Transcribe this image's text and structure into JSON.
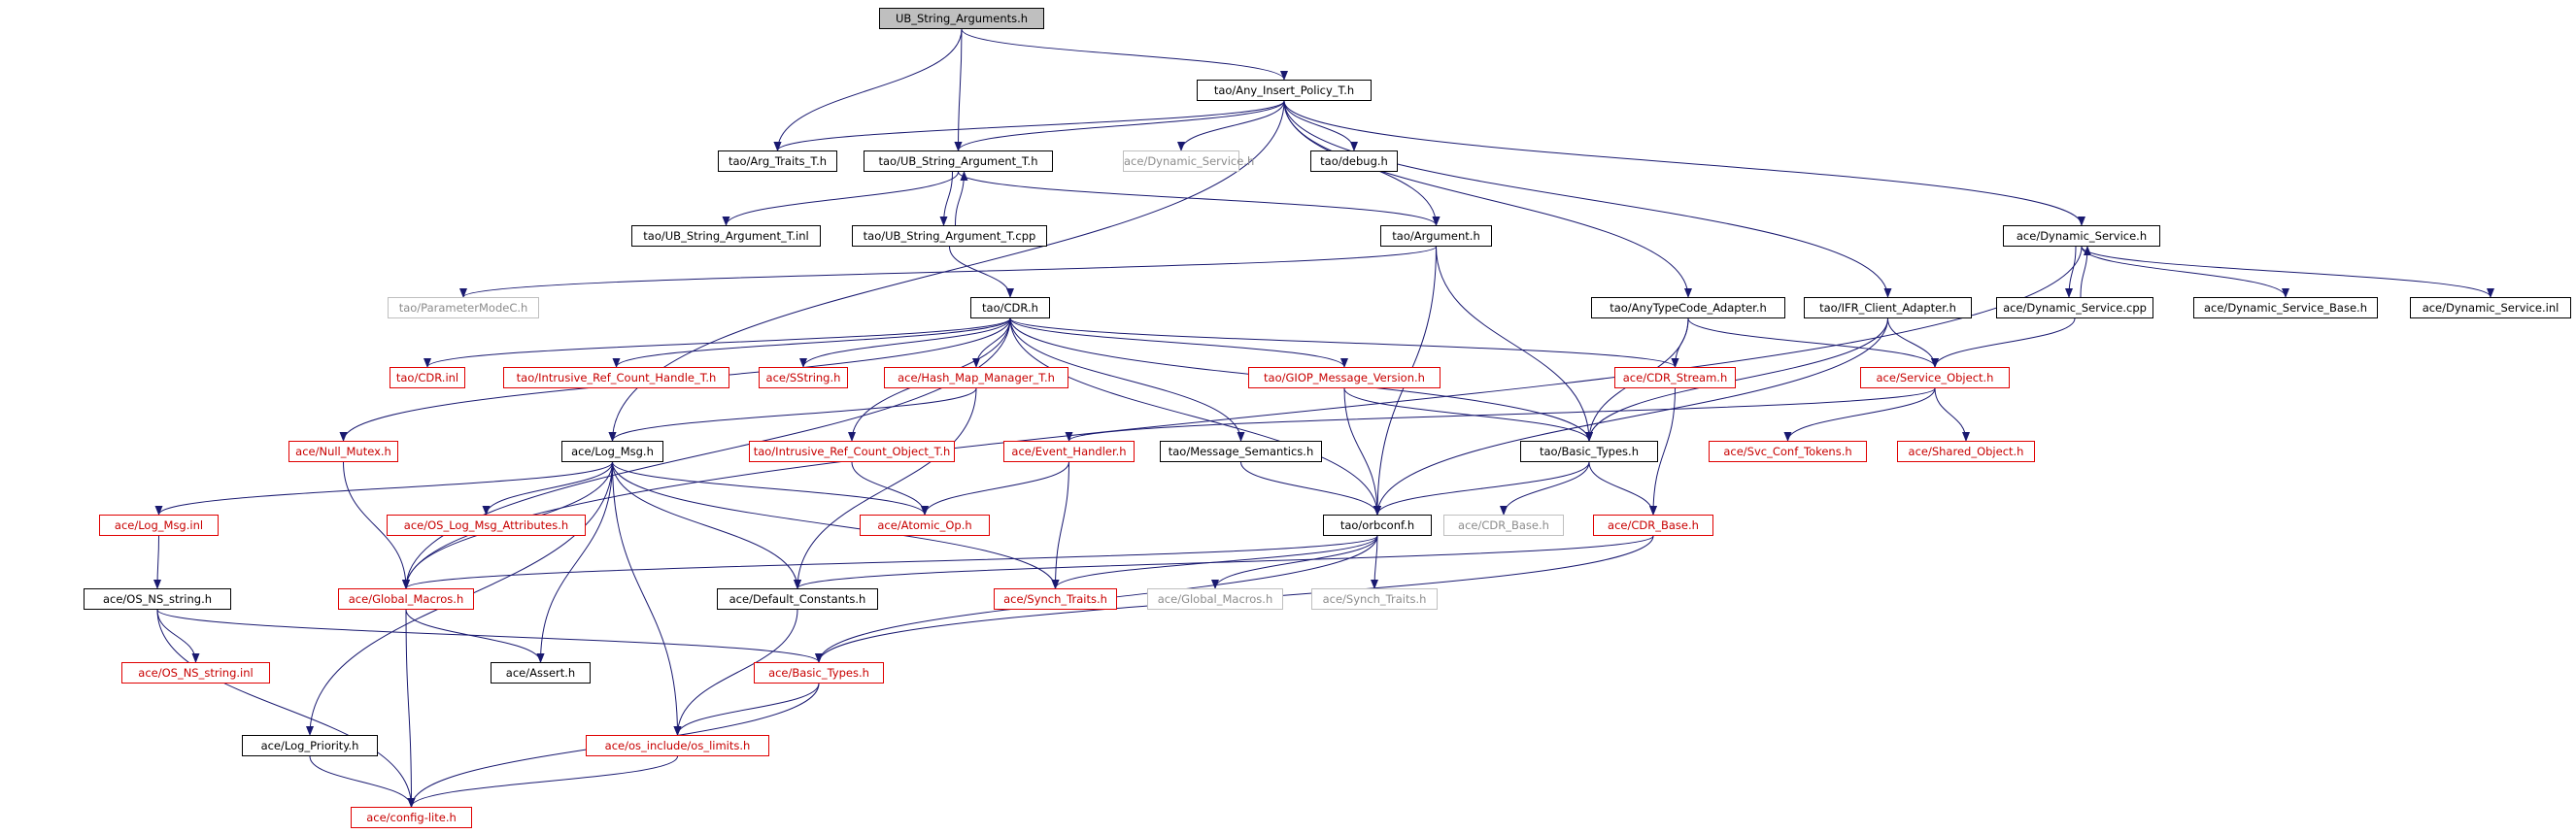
{
  "graph": {
    "root": "UB_String_Arguments.h",
    "colors": {
      "edge": "#191970",
      "complete": "#000000",
      "incomplete": "#e00000",
      "external": "#bfbfbf",
      "root_fill": "#bfbfbf"
    },
    "nodes": [
      {
        "id": "n0",
        "label": "UB_String_Arguments.h",
        "kind": "root"
      },
      {
        "id": "n1",
        "label": "tao/Any_Insert_Policy_T.h",
        "kind": "complete"
      },
      {
        "id": "n2",
        "label": "tao/Arg_Traits_T.h",
        "kind": "complete"
      },
      {
        "id": "n3",
        "label": "tao/UB_String_Argument_T.h",
        "kind": "complete"
      },
      {
        "id": "n4",
        "label": "ace/Dynamic_Service.h",
        "kind": "external"
      },
      {
        "id": "n5",
        "label": "tao/debug.h",
        "kind": "complete"
      },
      {
        "id": "n6",
        "label": "tao/UB_String_Argument_T.inl",
        "kind": "complete"
      },
      {
        "id": "n7",
        "label": "tao/UB_String_Argument_T.cpp",
        "kind": "complete"
      },
      {
        "id": "n8",
        "label": "tao/Argument.h",
        "kind": "complete"
      },
      {
        "id": "n9",
        "label": "ace/Dynamic_Service.h",
        "kind": "complete"
      },
      {
        "id": "n10",
        "label": "tao/ParameterModeC.h",
        "kind": "external"
      },
      {
        "id": "n11",
        "label": "tao/CDR.h",
        "kind": "complete"
      },
      {
        "id": "n12",
        "label": "tao/AnyTypeCode_Adapter.h",
        "kind": "complete"
      },
      {
        "id": "n13",
        "label": "tao/IFR_Client_Adapter.h",
        "kind": "complete"
      },
      {
        "id": "n14",
        "label": "ace/Dynamic_Service.cpp",
        "kind": "complete"
      },
      {
        "id": "n15",
        "label": "ace/Dynamic_Service_Base.h",
        "kind": "complete"
      },
      {
        "id": "n16",
        "label": "ace/Dynamic_Service.inl",
        "kind": "complete"
      },
      {
        "id": "n17",
        "label": "tao/CDR.inl",
        "kind": "incomplete"
      },
      {
        "id": "n18",
        "label": "tao/Intrusive_Ref_Count_Handle_T.h",
        "kind": "incomplete"
      },
      {
        "id": "n19",
        "label": "ace/SString.h",
        "kind": "incomplete"
      },
      {
        "id": "n20",
        "label": "ace/Hash_Map_Manager_T.h",
        "kind": "incomplete"
      },
      {
        "id": "n21",
        "label": "tao/GIOP_Message_Version.h",
        "kind": "incomplete"
      },
      {
        "id": "n22",
        "label": "ace/CDR_Stream.h",
        "kind": "incomplete"
      },
      {
        "id": "n23",
        "label": "ace/Service_Object.h",
        "kind": "incomplete"
      },
      {
        "id": "n24",
        "label": "ace/Null_Mutex.h",
        "kind": "incomplete"
      },
      {
        "id": "n25",
        "label": "ace/Log_Msg.h",
        "kind": "complete"
      },
      {
        "id": "n26",
        "label": "tao/Intrusive_Ref_Count_Object_T.h",
        "kind": "incomplete"
      },
      {
        "id": "n27",
        "label": "ace/Event_Handler.h",
        "kind": "incomplete"
      },
      {
        "id": "n28",
        "label": "tao/Message_Semantics.h",
        "kind": "complete"
      },
      {
        "id": "n29",
        "label": "tao/Basic_Types.h",
        "kind": "complete"
      },
      {
        "id": "n30",
        "label": "ace/Svc_Conf_Tokens.h",
        "kind": "incomplete"
      },
      {
        "id": "n31",
        "label": "ace/Shared_Object.h",
        "kind": "incomplete"
      },
      {
        "id": "n32",
        "label": "ace/Log_Msg.inl",
        "kind": "incomplete"
      },
      {
        "id": "n33",
        "label": "ace/OS_Log_Msg_Attributes.h",
        "kind": "incomplete"
      },
      {
        "id": "n34",
        "label": "ace/Atomic_Op.h",
        "kind": "incomplete"
      },
      {
        "id": "n35",
        "label": "tao/orbconf.h",
        "kind": "complete"
      },
      {
        "id": "n36",
        "label": "ace/CDR_Base.h",
        "kind": "external"
      },
      {
        "id": "n37",
        "label": "ace/CDR_Base.h",
        "kind": "incomplete"
      },
      {
        "id": "n38",
        "label": "ace/OS_NS_string.h",
        "kind": "complete"
      },
      {
        "id": "n39",
        "label": "ace/Global_Macros.h",
        "kind": "incomplete"
      },
      {
        "id": "n40",
        "label": "ace/Default_Constants.h",
        "kind": "complete"
      },
      {
        "id": "n41",
        "label": "ace/Synch_Traits.h",
        "kind": "incomplete"
      },
      {
        "id": "n42",
        "label": "ace/Global_Macros.h",
        "kind": "external"
      },
      {
        "id": "n43",
        "label": "ace/Synch_Traits.h",
        "kind": "external"
      },
      {
        "id": "n44",
        "label": "ace/OS_NS_string.inl",
        "kind": "incomplete"
      },
      {
        "id": "n45",
        "label": "ace/Assert.h",
        "kind": "complete"
      },
      {
        "id": "n46",
        "label": "ace/Basic_Types.h",
        "kind": "incomplete"
      },
      {
        "id": "n47",
        "label": "ace/Log_Priority.h",
        "kind": "complete"
      },
      {
        "id": "n48",
        "label": "ace/os_include/os_limits.h",
        "kind": "incomplete"
      },
      {
        "id": "n49",
        "label": "ace/config-lite.h",
        "kind": "incomplete"
      }
    ],
    "edges": [
      [
        "n0",
        "n1"
      ],
      [
        "n0",
        "n2"
      ],
      [
        "n0",
        "n3"
      ],
      [
        "n1",
        "n2"
      ],
      [
        "n1",
        "n3"
      ],
      [
        "n1",
        "n4"
      ],
      [
        "n1",
        "n5"
      ],
      [
        "n1",
        "n8"
      ],
      [
        "n1",
        "n12"
      ],
      [
        "n1",
        "n13"
      ],
      [
        "n1",
        "n9"
      ],
      [
        "n1",
        "n25"
      ],
      [
        "n3",
        "n6"
      ],
      [
        "n3",
        "n7"
      ],
      [
        "n3",
        "n8"
      ],
      [
        "n7",
        "n3"
      ],
      [
        "n7",
        "n11"
      ],
      [
        "n8",
        "n10"
      ],
      [
        "n8",
        "n29"
      ],
      [
        "n8",
        "n35"
      ],
      [
        "n9",
        "n14"
      ],
      [
        "n9",
        "n15"
      ],
      [
        "n9",
        "n16"
      ],
      [
        "n9",
        "n39"
      ],
      [
        "n14",
        "n9"
      ],
      [
        "n14",
        "n23"
      ],
      [
        "n11",
        "n17"
      ],
      [
        "n11",
        "n18"
      ],
      [
        "n11",
        "n19"
      ],
      [
        "n11",
        "n20"
      ],
      [
        "n11",
        "n21"
      ],
      [
        "n11",
        "n22"
      ],
      [
        "n11",
        "n26"
      ],
      [
        "n11",
        "n28"
      ],
      [
        "n11",
        "n29"
      ],
      [
        "n11",
        "n35"
      ],
      [
        "n11",
        "n24"
      ],
      [
        "n11",
        "n39"
      ],
      [
        "n12",
        "n22"
      ],
      [
        "n12",
        "n23"
      ],
      [
        "n12",
        "n29"
      ],
      [
        "n13",
        "n23"
      ],
      [
        "n13",
        "n29"
      ],
      [
        "n13",
        "n35"
      ],
      [
        "n20",
        "n25"
      ],
      [
        "n20",
        "n40"
      ],
      [
        "n21",
        "n29"
      ],
      [
        "n21",
        "n35"
      ],
      [
        "n22",
        "n37"
      ],
      [
        "n23",
        "n27"
      ],
      [
        "n23",
        "n30"
      ],
      [
        "n23",
        "n31"
      ],
      [
        "n24",
        "n39"
      ],
      [
        "n25",
        "n32"
      ],
      [
        "n25",
        "n33"
      ],
      [
        "n25",
        "n34"
      ],
      [
        "n25",
        "n39"
      ],
      [
        "n25",
        "n40"
      ],
      [
        "n25",
        "n41"
      ],
      [
        "n25",
        "n45"
      ],
      [
        "n25",
        "n47"
      ],
      [
        "n25",
        "n48"
      ],
      [
        "n26",
        "n34"
      ],
      [
        "n27",
        "n34"
      ],
      [
        "n27",
        "n41"
      ],
      [
        "n28",
        "n35"
      ],
      [
        "n29",
        "n35"
      ],
      [
        "n29",
        "n36"
      ],
      [
        "n29",
        "n37"
      ],
      [
        "n32",
        "n38"
      ],
      [
        "n35",
        "n39"
      ],
      [
        "n35",
        "n41"
      ],
      [
        "n35",
        "n42"
      ],
      [
        "n35",
        "n43"
      ],
      [
        "n35",
        "n46"
      ],
      [
        "n37",
        "n46"
      ],
      [
        "n37",
        "n40"
      ],
      [
        "n38",
        "n44"
      ],
      [
        "n38",
        "n46"
      ],
      [
        "n38",
        "n49"
      ],
      [
        "n39",
        "n45"
      ],
      [
        "n39",
        "n49"
      ],
      [
        "n40",
        "n48"
      ],
      [
        "n46",
        "n48"
      ],
      [
        "n46",
        "n49"
      ],
      [
        "n47",
        "n49"
      ],
      [
        "n48",
        "n49"
      ]
    ]
  }
}
